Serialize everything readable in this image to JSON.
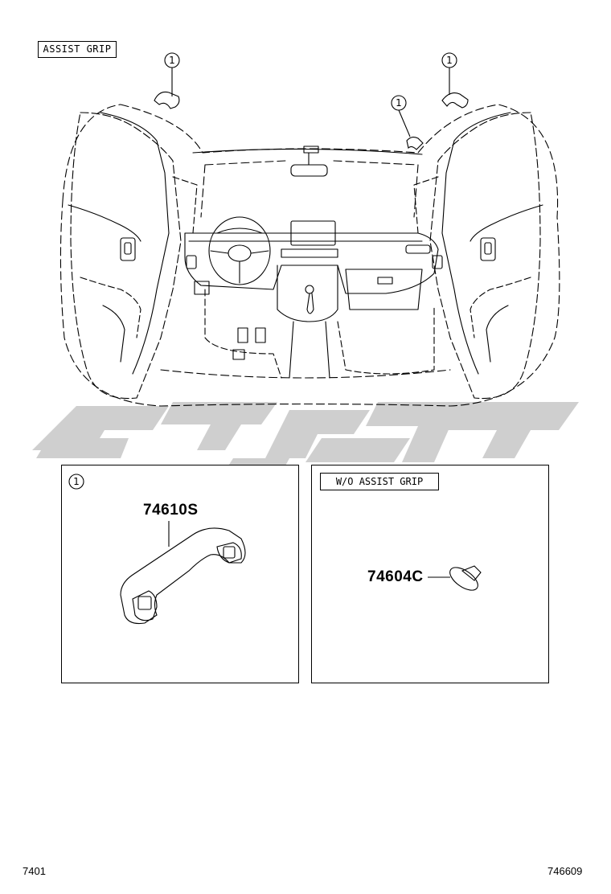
{
  "header_label": "ASSIST GRIP",
  "callout_marker": "1",
  "panel_left": {
    "marker": "1",
    "part_number": "74610S"
  },
  "panel_right": {
    "caption": "W/O  ASSIST GRIP",
    "part_number": "74604C"
  },
  "footer": {
    "left_code": "7401",
    "right_code": "746609"
  },
  "watermark_color": "#c8c8c8"
}
